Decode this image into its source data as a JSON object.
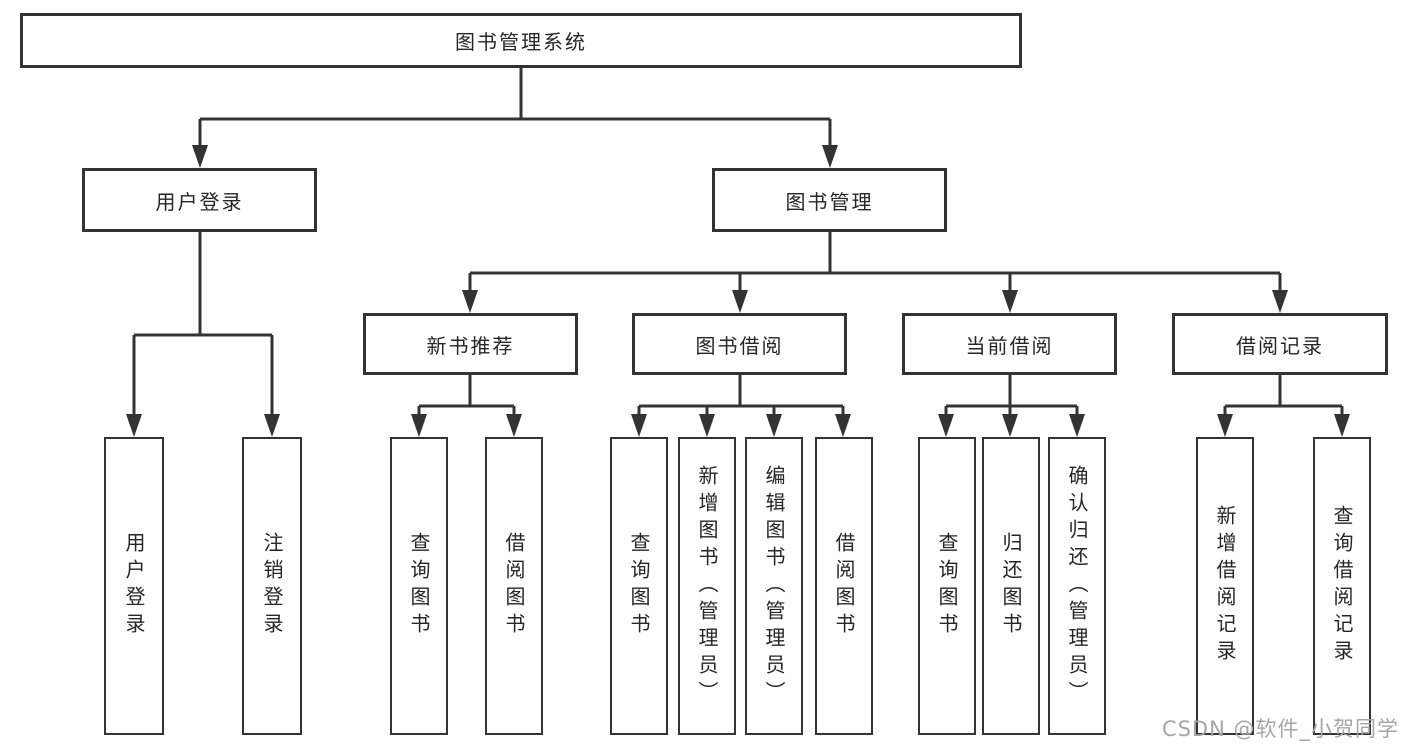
{
  "tree": {
    "label": "图书管理系统",
    "children": [
      {
        "label": "用户登录",
        "children": [
          {
            "label": "用户登录"
          },
          {
            "label": "注销登录"
          }
        ]
      },
      {
        "label": "图书管理",
        "children": [
          {
            "label": "新书推荐",
            "children": [
              {
                "label": "查询图书"
              },
              {
                "label": "借阅图书"
              }
            ]
          },
          {
            "label": "图书借阅",
            "children": [
              {
                "label": "查询图书"
              },
              {
                "label": "新增图书（管理员）"
              },
              {
                "label": "编辑图书（管理员）"
              },
              {
                "label": "借阅图书"
              }
            ]
          },
          {
            "label": "当前借阅",
            "children": [
              {
                "label": "查询图书"
              },
              {
                "label": "归还图书"
              },
              {
                "label": "确认归还（管理员）"
              }
            ]
          },
          {
            "label": "借阅记录",
            "children": [
              {
                "label": "新增借阅记录"
              },
              {
                "label": "查询借阅记录"
              }
            ]
          }
        ]
      }
    ]
  },
  "watermark": {
    "text": "CSDN @软件_小贺同学"
  },
  "colors": {
    "line": "#333333",
    "box_border": "#333333",
    "text": "#262626",
    "background": "#ffffff",
    "watermark": "#a6a6a6"
  }
}
